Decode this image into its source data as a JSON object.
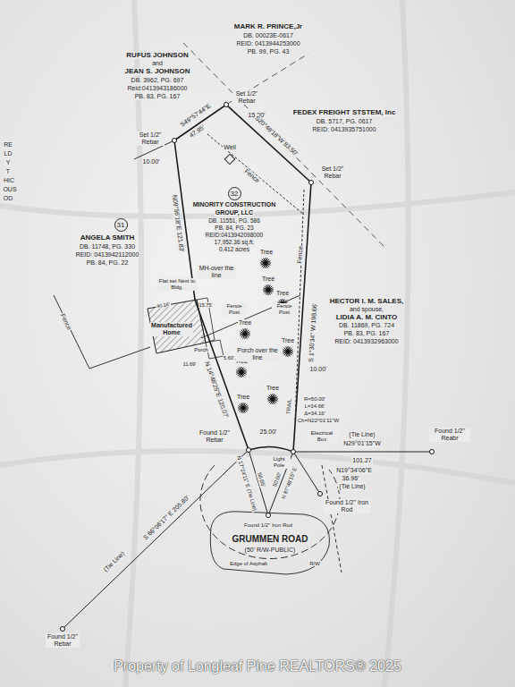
{
  "diagram": {
    "labels": [
      "RUFUS JOHNSON",
      "and",
      "JEAN S. JOHNSON",
      "DB. 3962, PG. 697",
      "Reid:0413943186000",
      "PB. 83, PG. 167",
      "MARK R. PRINCE,Jr",
      "DB. 00023E-0617",
      "REID: 0413944253000",
      "PB. 99, PG. 43",
      "Set 1/2\" Rebar",
      "FEDEX FREIGHT STSTEM, Inc",
      "DB. 5717, PG. 0617",
      "REID: 0413935751000",
      "15.00'",
      "S49°57'44\"E",
      "S20°48'18\"W 83.50'",
      "47.95'",
      "Set 1/2\" Rebar",
      "10.00'",
      "Well",
      "Fence",
      "Set 1/2\" Rebar",
      "32",
      "MINORITY CONSTRUCTION",
      "GROUP, LLC",
      "DB. 11551, PG. 586",
      "PB. 84, PG. 23",
      "REID:0413942098000",
      "17,952.36 sq.ft.",
      "0.412 acres",
      "N09°56'18\"E 121.83'",
      "31",
      "ANGELA SMITH",
      "DB. 11748, PG. 330",
      "REID: 0413942112000",
      "PB. 84, PG. 22",
      "Tree",
      "Tree",
      "Tree",
      "Tree",
      "Tree",
      "Tree",
      "Tree",
      "Tree",
      "MH-over the line",
      "Fence",
      "Fence Post",
      "Fence Post",
      "Fence",
      "S 1°30'34\" W 198.66'",
      "HECTOR I. M. SALES,",
      "and spouse,",
      "LIDIA A. M. CINTO",
      "DB. 11869, PG. 724",
      "PB. 83, PG. 167",
      "REID: 0413932963000",
      "Flat set Next to Bldg.",
      "Manufactured Home",
      "Porch",
      "Porch over the line",
      "10.00'",
      "N 14°48'25\"E 120.07'",
      "TRAIL",
      "25.00'",
      "R=50.00'",
      "L=34.66'",
      "Δ=34.16'",
      "Ch=N22°01'11\"W",
      "Electrical Box",
      "Light Pole",
      "(Tie Line)",
      "N29°01'15\"W",
      "101.27",
      "Found 1/2\" Reabr",
      "N19°34'06\"E",
      "36.96'",
      "(Tie Line)",
      "Found 1/2\" Iron Rod",
      "Found 1/2\" Rebar",
      "N 17°24'11\" E (Tie Line)",
      "50.05'",
      "N 87°48'15\" E",
      "50.00'",
      "Found 1/2\" Iron Rod",
      "GRUMMEN ROAD",
      "(50' R/W-PUBLIC)",
      "Edge of Asphalt",
      "R/W",
      "(Tie Line)",
      "S 66°06'17\" E 205.80'",
      "Found 1/2\" Rebar",
      "40.18'",
      "15.75'",
      "5.60'",
      "11.69'",
      "RE",
      "LD",
      "Y",
      "T",
      "HIC",
      "OUS",
      "OD",
      "Property of Longleaf Pine REALTORS® 2025"
    ]
  }
}
